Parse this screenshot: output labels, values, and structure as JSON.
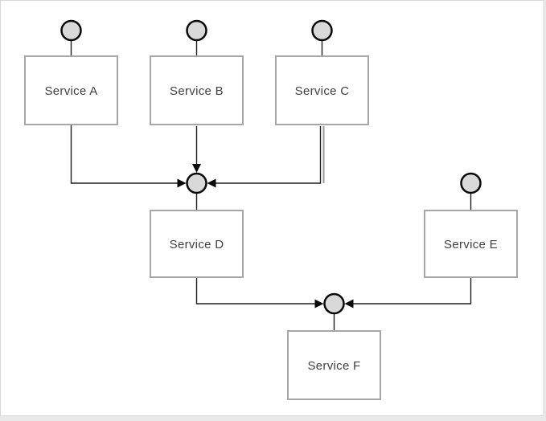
{
  "diagram": {
    "boxes": [
      {
        "id": "service-a",
        "label": "Service A"
      },
      {
        "id": "service-b",
        "label": "Service B"
      },
      {
        "id": "service-c",
        "label": "Service C"
      },
      {
        "id": "service-d",
        "label": "Service D"
      },
      {
        "id": "service-e",
        "label": "Service E"
      },
      {
        "id": "service-f",
        "label": "Service F"
      }
    ],
    "start_circles": [
      "service-a",
      "service-b",
      "service-c",
      "service-e"
    ],
    "junctions": [
      {
        "id": "junction-1",
        "inputs": [
          "service-a",
          "service-b",
          "service-c"
        ],
        "output": "service-d"
      },
      {
        "id": "junction-2",
        "inputs": [
          "service-d",
          "service-e"
        ],
        "output": "service-f"
      }
    ],
    "colors": {
      "box_fill": "#ffffff",
      "box_border": "#a6a6a6",
      "circle_fill": "#d9d9d9",
      "circle_border": "#0a0a0a",
      "connector": "#1e1e1e",
      "connector_gray": "#9a9a9a",
      "label_text": "#3f3f3f",
      "canvas_frame": "#d8d8d8",
      "page_background": "#e9e9e9"
    }
  }
}
